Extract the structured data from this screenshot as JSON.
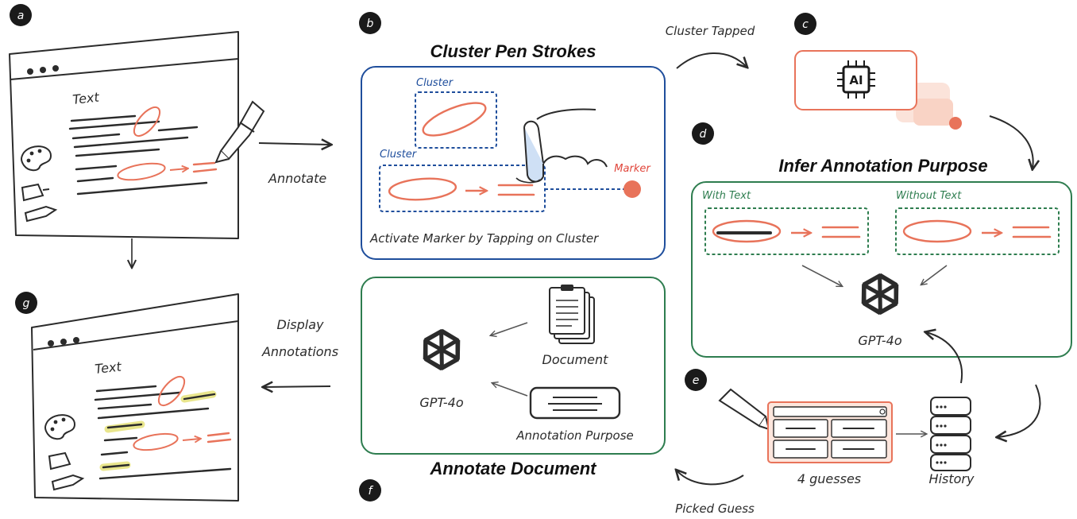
{
  "badges": {
    "a": "a",
    "b": "b",
    "c": "c",
    "d": "d",
    "e": "e",
    "f": "f",
    "g": "g"
  },
  "doc_text": "Text",
  "flow": {
    "annotate": "Annotate",
    "display": [
      "Display",
      "Annotations"
    ],
    "cluster_tapped": "Cluster Tapped",
    "picked_guess": "Picked Guess"
  },
  "cluster_panel": {
    "title": "Cluster Pen Strokes",
    "cluster_label_1": "Cluster",
    "cluster_label_2": "Cluster",
    "marker_label": "Marker",
    "caption": "Activate Marker by Tapping on Cluster"
  },
  "ai_chip": {
    "label": "AI"
  },
  "infer_panel": {
    "title": "Infer Annotation Purpose",
    "with_text": "With Text",
    "without_text": "Without Text",
    "model": "GPT-4o"
  },
  "annotate_panel": {
    "title": "Annotate Document",
    "model": "GPT-4o",
    "document_label": "Document",
    "purpose_label": "Annotation Purpose"
  },
  "guesses": {
    "label": "4 guesses"
  },
  "history": {
    "label": "History"
  },
  "colors": {
    "blue": "#1f4e9c",
    "green": "#2e7d4f",
    "orange": "#e8735a",
    "highlight": "#e6e27a",
    "ink": "#2b2b2b"
  }
}
